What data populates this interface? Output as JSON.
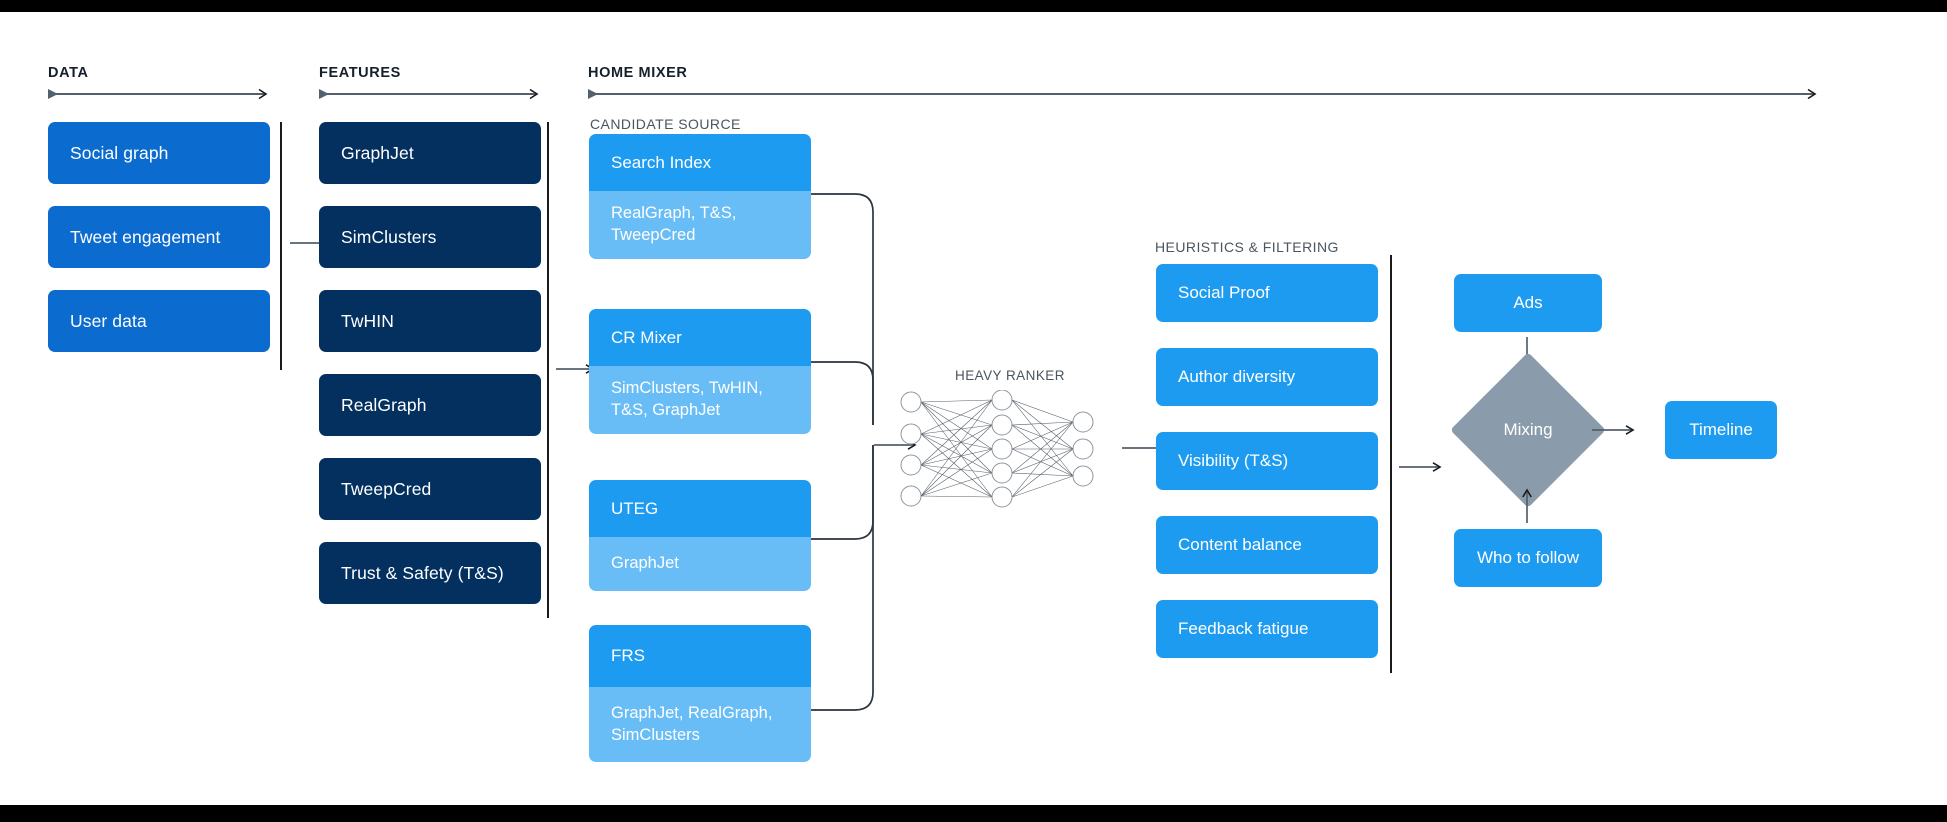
{
  "sections": {
    "data": {
      "label": "DATA"
    },
    "features": {
      "label": "FEATURES"
    },
    "home_mixer": {
      "label": "HOME MIXER"
    },
    "candidate_source": {
      "label": "CANDIDATE SOURCE"
    },
    "heavy_ranker": {
      "label": "HEAVY RANKER"
    },
    "heuristics": {
      "label": "HEURISTICS & FILTERING"
    }
  },
  "data_column": {
    "items": [
      {
        "label": "Social graph"
      },
      {
        "label": "Tweet engagement"
      },
      {
        "label": "User data"
      }
    ]
  },
  "features_column": {
    "items": [
      {
        "label": "GraphJet"
      },
      {
        "label": "SimClusters"
      },
      {
        "label": "TwHIN"
      },
      {
        "label": "RealGraph"
      },
      {
        "label": "TweepCred"
      },
      {
        "label": "Trust & Safety (T&S)"
      }
    ]
  },
  "candidate_sources": [
    {
      "title": "Search Index",
      "features": "RealGraph, T&S,\nTweepCred"
    },
    {
      "title": "CR Mixer",
      "features": "SimClusters, TwHIN,\nT&S, GraphJet"
    },
    {
      "title": "UTEG",
      "features": "GraphJet"
    },
    {
      "title": "FRS",
      "features": "GraphJet, RealGraph,\nSimClusters"
    }
  ],
  "heuristics_items": [
    {
      "label": "Social Proof"
    },
    {
      "label": "Author diversity"
    },
    {
      "label": "Visibility (T&S)"
    },
    {
      "label": "Content balance"
    },
    {
      "label": "Feedback fatigue"
    }
  ],
  "mixing": {
    "ads_label": "Ads",
    "mixing_label": "Mixing",
    "who_to_follow_label": "Who to follow",
    "timeline_label": "Timeline"
  },
  "neural_network": {
    "input_nodes": 4,
    "hidden_nodes": 5,
    "output_nodes": 3
  },
  "colors": {
    "dark_blue": "#03305F",
    "mid_blue": "#0C6BCF",
    "bright_blue": "#1D9BF0",
    "light_blue": "#68BDF6",
    "diamond_gray": "#8A9BAC",
    "arrow_gray": "#54606B",
    "label_dark": "#16202B",
    "label_gray": "#4A5560"
  }
}
